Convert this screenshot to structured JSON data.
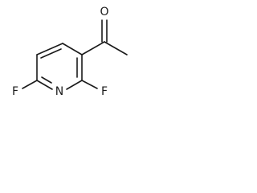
{
  "molecule": {
    "atoms": {
      "oxygen": "O",
      "nitrogen": "N",
      "fluorine_left": "F",
      "fluorine_right": "F"
    }
  }
}
